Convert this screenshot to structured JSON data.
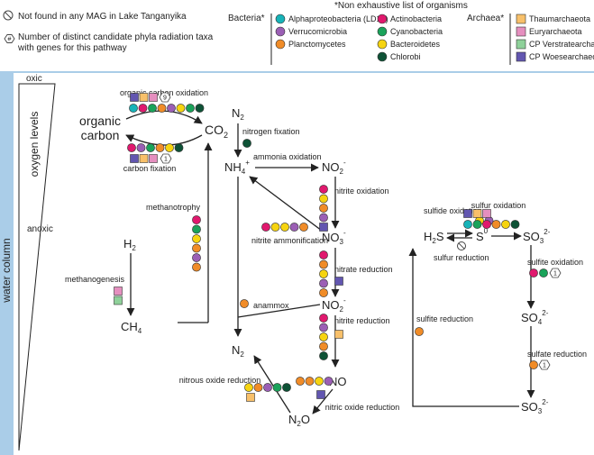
{
  "legend": {
    "not_found": "Not found in any MAG in Lake Tanganyika",
    "num_symbol": "#",
    "num_candidate_line1": "Number of distinct candidate phyla radiation taxa",
    "num_candidate_line2": "with genes for this pathway",
    "non_exhaustive": "*Non exhaustive list of organisms",
    "bacteria_header": "Bacteria*",
    "archaea_header": "Archaea*",
    "bacteria": [
      {
        "name": "Alphaproteobacteria (LD12)",
        "color": "#17b3b8"
      },
      {
        "name": "Verrucomicrobia",
        "color": "#9b5fb5"
      },
      {
        "name": "Planctomycetes",
        "color": "#f08c28"
      },
      {
        "name": "Actinobacteria",
        "color": "#e0196e"
      },
      {
        "name": "Cyanobacteria",
        "color": "#1aa35a"
      },
      {
        "name": "Bacteroidetes",
        "color": "#f6d410"
      },
      {
        "name": "Chlorobi",
        "color": "#0e5236"
      }
    ],
    "archaea": [
      {
        "name": "Thaumarchaeota",
        "color": "#f8c06a"
      },
      {
        "name": "Euryarchaeota",
        "color": "#e58fbf"
      },
      {
        "name": "CP Verstratearchaeota",
        "color": "#8fd19a"
      },
      {
        "name": "CP Woesearchaeota",
        "color": "#6256b0"
      }
    ]
  },
  "axis": {
    "water_column": "water column",
    "oxygen_levels": "oxygen levels",
    "oxic": "oxic",
    "anoxic": "anoxic"
  },
  "carbon": {
    "organic_carbon_line1": "organic",
    "organic_carbon_line2": "carbon",
    "co2": "CO",
    "co2_sub": "2",
    "oxidation_label": "organic carbon oxidation",
    "oxidation_count": "9",
    "fixation_label": "carbon fixation",
    "fixation_count": "1",
    "methanotrophy": "methanotrophy",
    "h2": "H",
    "h2_sub": "2",
    "methanogenesis": "methanogenesis",
    "ch4": "CH",
    "ch4_sub": "4"
  },
  "nitrogen": {
    "n2_top": "N",
    "n2_top_sub": "2",
    "nitrogen_fixation": "nitrogen fixation",
    "nh4": "NH",
    "nh4_sub": "4",
    "nh4_sup": "+",
    "ammonia_oxidation": "ammonia oxidation",
    "no2_top": "NO",
    "no2_top_sub": "2",
    "no2_top_sup": "-",
    "nitrite_oxidation": "nitrite oxidation",
    "no3": "NO",
    "no3_sub": "3",
    "no3_sup": "-",
    "nitrite_ammonification": "nitrite ammonification",
    "nitrate_reduction": "nitrate reduction",
    "anammox": "anammox",
    "no2_mid": "NO",
    "no2_mid_sub": "2",
    "no2_mid_sup": "-",
    "nitrite_reduction": "nitrite reduction",
    "no": "NO",
    "n2_bottom": "N",
    "n2_bottom_sub": "2",
    "nitrous_oxide_reduction": "nitrous oxide reduction",
    "n2o": "N",
    "n2o_sub": "2",
    "n2o_tail": "O",
    "nitric_oxide_reduction": "nitric oxide reduction"
  },
  "sulfur": {
    "sulfide_oxidation": "sulfide oxidation",
    "sulfur_oxidation_top": "sulfur oxidation",
    "h2s": "H",
    "h2s_sub": "2",
    "h2s_tail": "S",
    "s0": "S",
    "s0_sup": "0",
    "so3_top": "SO",
    "so3_top_sub": "3",
    "so3_top_sup": "2-",
    "sulfur_reduction": "sulfur reduction",
    "sulfite_oxidation": "sulfite oxidation",
    "sulfite_oxidation_count": "1",
    "so4": "SO",
    "so4_sub": "4",
    "so4_sup": "2-",
    "sulfite_reduction": "sulfite reduction",
    "sulfate_reduction": "sulfate reduction",
    "sulfate_reduction_count": "1",
    "so3_bottom": "SO",
    "so3_bottom_sub": "3",
    "so3_bottom_sup": "2-"
  }
}
